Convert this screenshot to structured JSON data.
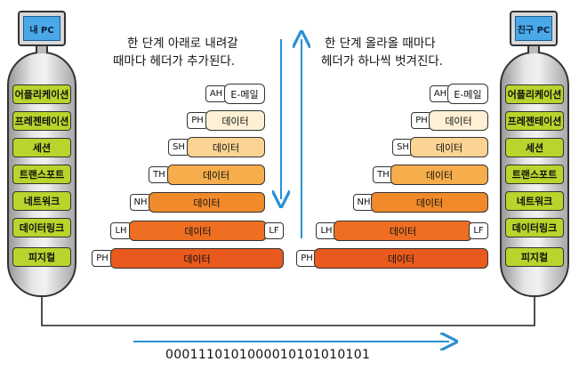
{
  "left_pc": {
    "label": "내 PC"
  },
  "right_pc": {
    "label": "친구 PC"
  },
  "layers": [
    "어플리케이션",
    "프레젠테이션",
    "세션",
    "트랜스포트",
    "네트워크",
    "데이터링크",
    "피지컬"
  ],
  "captions": {
    "down": [
      "한 단계 아래로 내려갈",
      "때마다 헤더가 추가된다."
    ],
    "up": [
      "한 단계 올라올 때마다",
      "헤더가 하나씩 벗겨진다."
    ]
  },
  "packets": [
    {
      "header": "AH",
      "payload": "E-메일",
      "trailer": ""
    },
    {
      "header": "PH",
      "payload": "데이터",
      "trailer": ""
    },
    {
      "header": "SH",
      "payload": "데이터",
      "trailer": ""
    },
    {
      "header": "TH",
      "payload": "데이터",
      "trailer": ""
    },
    {
      "header": "NH",
      "payload": "데이터",
      "trailer": ""
    },
    {
      "header": "LH",
      "payload": "데이터",
      "trailer": "LF"
    },
    {
      "header": "PH",
      "payload": "데이터",
      "trailer": ""
    }
  ],
  "bitstream": "0001110101000010101010101",
  "colors": {
    "layer_fill": "#b9d42c",
    "arrow": "#2a8fd4",
    "stack": [
      "#ffffff",
      "#fdf0d4",
      "#fbd493",
      "#f6ad4c",
      "#f08a2a",
      "#ee6f22",
      "#e85a1e"
    ]
  }
}
